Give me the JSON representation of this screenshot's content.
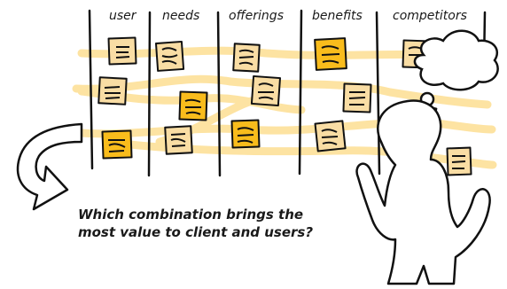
{
  "columns": [
    {
      "label": "user"
    },
    {
      "label": "needs"
    },
    {
      "label": "offerings"
    },
    {
      "label": "benefits"
    },
    {
      "label": "competitors"
    }
  ],
  "question": {
    "line1": "Which combination brings the",
    "line2": "most value to client and users?"
  },
  "colors": {
    "path": "#fde3a2",
    "note_light": "#f9dda4",
    "note_dark": "#f9bc1c",
    "stroke": "#111111"
  },
  "icons": [
    "sticky-note-icon",
    "curved-arrow-icon",
    "person-icon",
    "thought-bubble-icon"
  ]
}
